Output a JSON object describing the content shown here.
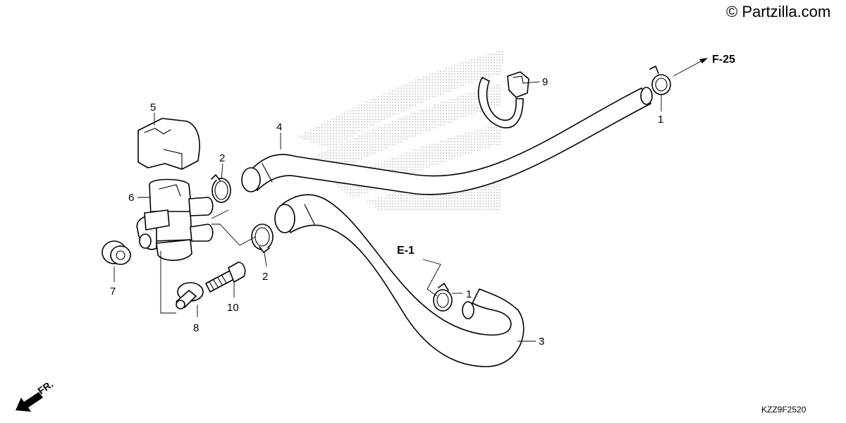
{
  "watermark": "© Partzilla.com",
  "diagram_code": "KZZ9F2520",
  "front_indicator": "FR.",
  "references": {
    "f25": "F-25",
    "e1": "E-1"
  },
  "callouts": {
    "c1a": "1",
    "c1b": "1",
    "c2a": "2",
    "c2b": "2",
    "c3": "3",
    "c4": "4",
    "c5": "5",
    "c6": "6",
    "c7": "7",
    "c8": "8",
    "c9": "9",
    "c10": "10"
  },
  "colors": {
    "line": "#000000",
    "background": "#ffffff"
  }
}
